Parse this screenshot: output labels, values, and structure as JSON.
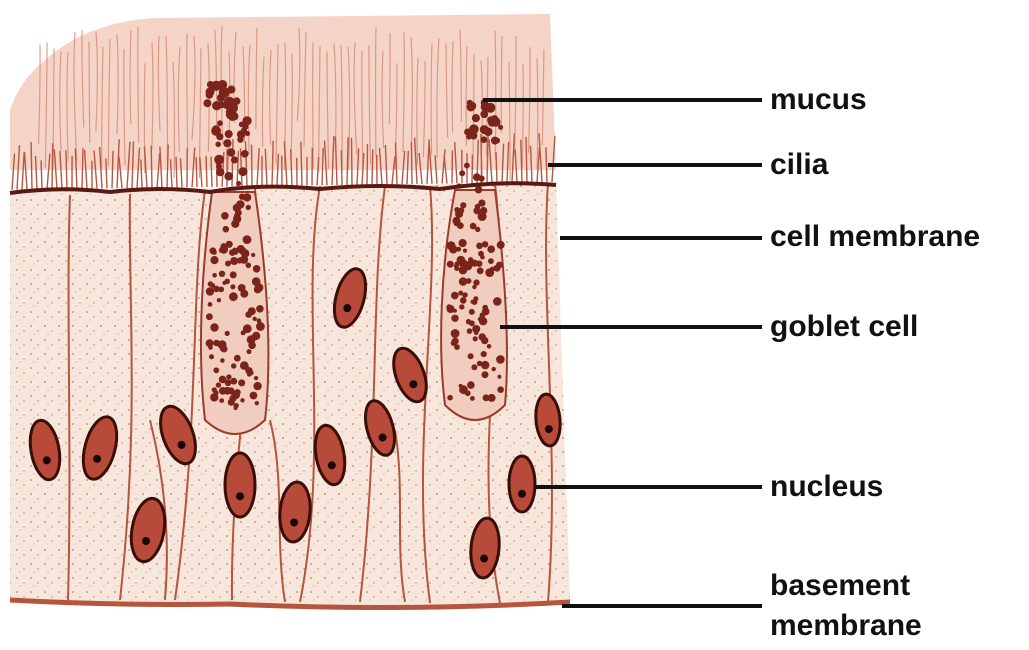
{
  "diagram": {
    "labels": {
      "mucus": "mucus",
      "cilia": "cilia",
      "cell_membrane": "cell membrane",
      "goblet_cell": "goblet cell",
      "nucleus": "nucleus",
      "basement_membrane_line1": "basement",
      "basement_membrane_line2": "membrane"
    },
    "colors": {
      "cell_fill": "#f6e3d8",
      "cell_outline": "#b5553c",
      "membrane": "#5a1a12",
      "cilia": "#c0604a",
      "mucus_field": "#f1cbbd",
      "nucleus_fill": "#b84a3a",
      "nucleus_outline": "#3a0e08",
      "granule": "#7a241a",
      "leader_line": "#111111"
    }
  }
}
